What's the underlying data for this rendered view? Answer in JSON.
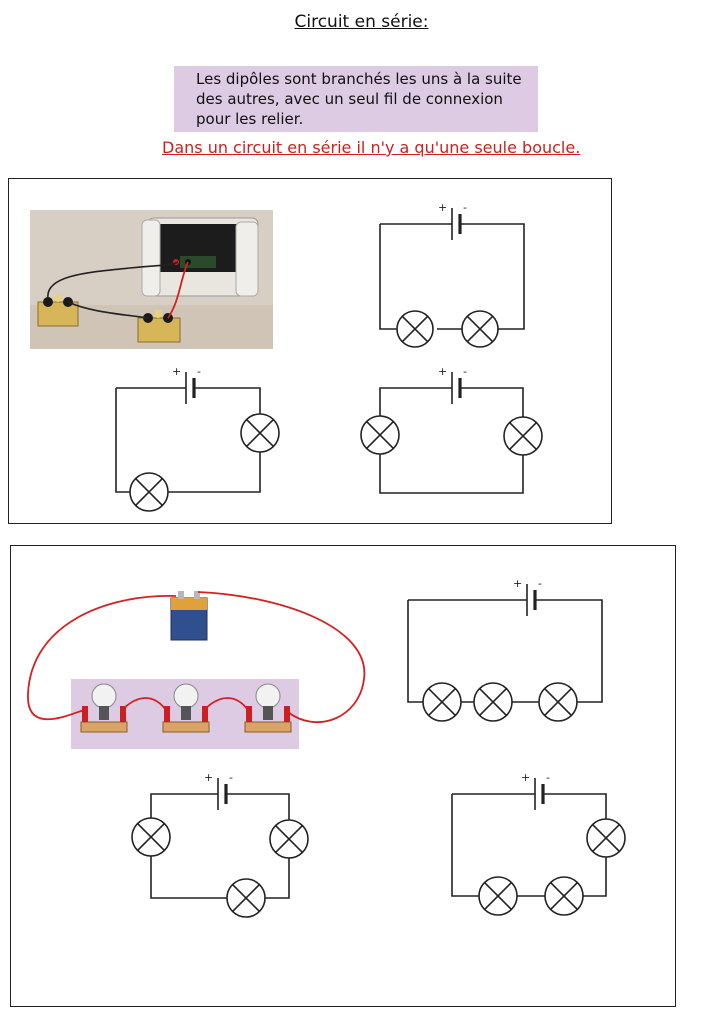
{
  "title": "Circuit en série:",
  "definition": {
    "line1": "Les dipôles sont branchés les uns à la suite",
    "line2": "des autres, avec un seul fil de connexion",
    "line3": "pour les relier."
  },
  "rule": "Dans un circuit en série il n'y a qu'une seule boucle.",
  "battery_labels": {
    "plus": "+",
    "minus": "-"
  },
  "colors": {
    "definition_box": "#dccbe3",
    "rule_text": "#cc1f1f",
    "wire_photo": "#d42020"
  },
  "panels": [
    {
      "photo": "photo-generator-two-lamp-holders",
      "circuits": [
        {
          "lamps": 2,
          "arrangement": "two lamps on bottom wire"
        },
        {
          "lamps": 2,
          "arrangement": "one lamp on right wire, one lamp on bottom wire"
        },
        {
          "lamps": 2,
          "arrangement": "one lamp on left wire, one lamp on right wire"
        }
      ]
    },
    {
      "photo": "illustration-battery-three-bulbs",
      "circuits": [
        {
          "lamps": 3,
          "arrangement": "three lamps on bottom wire"
        },
        {
          "lamps": 3,
          "arrangement": "left, right and bottom wires"
        },
        {
          "lamps": 3,
          "arrangement": "one lamp on right wire, two lamps on bottom wire"
        }
      ]
    }
  ]
}
